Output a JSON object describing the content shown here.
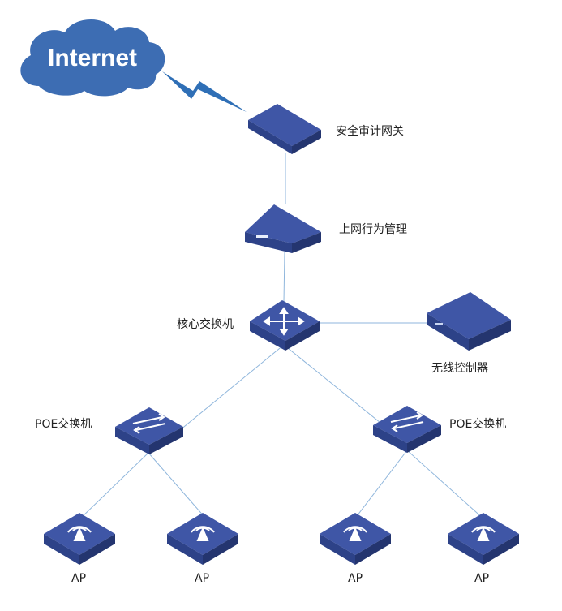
{
  "internet": {
    "label": "Internet"
  },
  "nodes": {
    "security_gateway": "安全审计网关",
    "behavior_mgmt": "上网行为管理",
    "core_switch": "核心交换机",
    "wireless_controller": "无线控制器",
    "poe_left": "POE交换机",
    "poe_right": "POE交换机",
    "ap_1": "AP",
    "ap_2": "AP",
    "ap_3": "AP",
    "ap_4": "AP"
  },
  "colors": {
    "device_top": "#3f56a6",
    "device_side": "#24356f",
    "device_front": "#2d4288",
    "cloud": "#3d6db3",
    "link": "#8fb6dc",
    "bolt": "#2f6fb6"
  }
}
